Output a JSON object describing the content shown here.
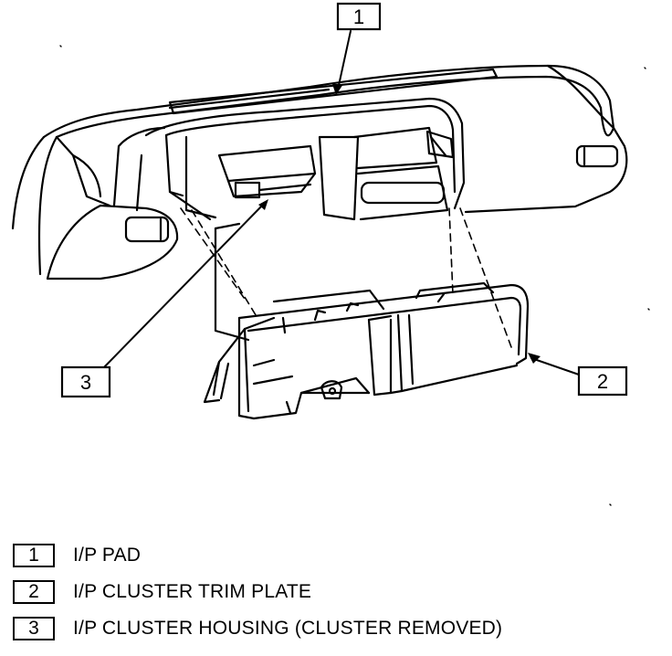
{
  "callouts": [
    {
      "number": "1",
      "target": "I/P PAD"
    },
    {
      "number": "2",
      "target": "I/P CLUSTER TRIM PLATE"
    },
    {
      "number": "3",
      "target": "I/P CLUSTER HOUSING (CLUSTER REMOVED)"
    }
  ],
  "legend": [
    {
      "number": "1",
      "label": "I/P PAD"
    },
    {
      "number": "2",
      "label": "I/P CLUSTER TRIM PLATE"
    },
    {
      "number": "3",
      "label": "I/P CLUSTER HOUSING (CLUSTER REMOVED)"
    }
  ]
}
